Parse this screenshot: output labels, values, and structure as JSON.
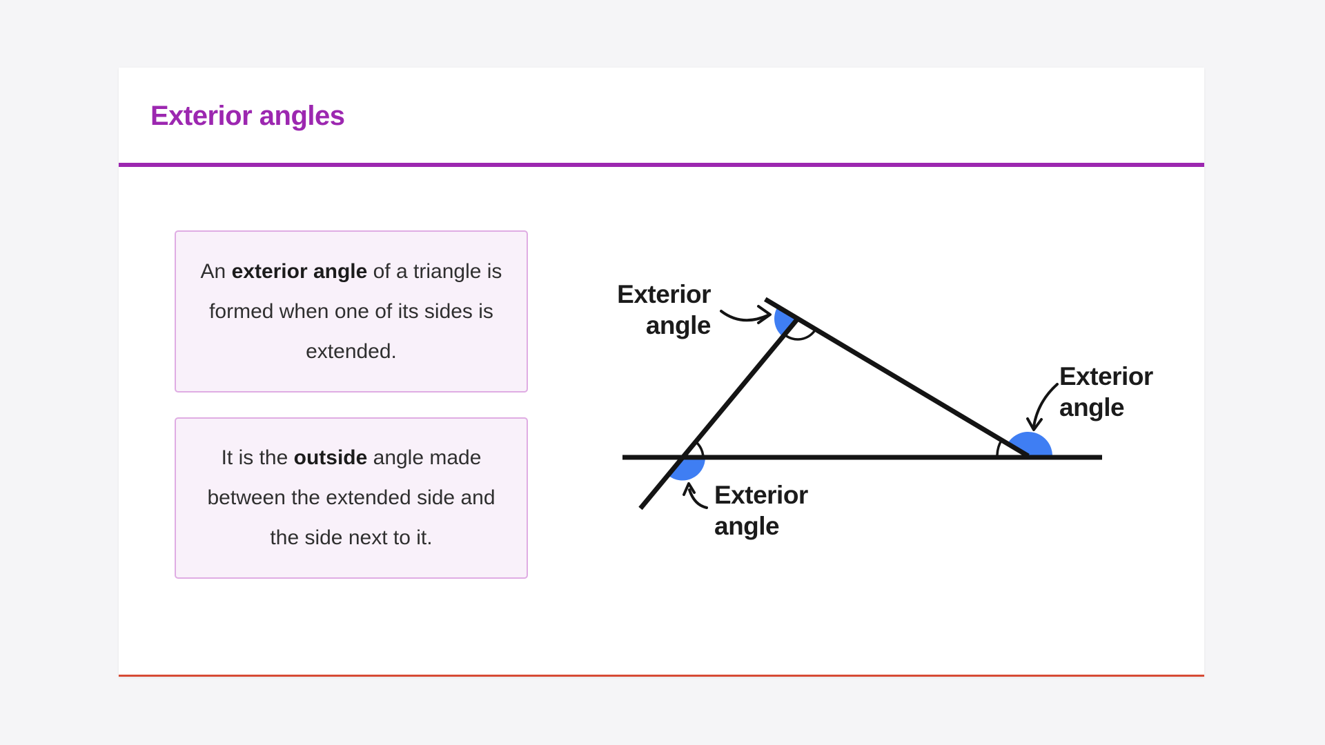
{
  "window": {
    "background_color": "#F5F5F7"
  },
  "card": {
    "background_color": "#FFFFFF",
    "accent_line_color": "#9C27B0",
    "bottom_line_color": "#D74B35"
  },
  "header": {
    "title": "Exterior angles",
    "title_color": "#9C27B0"
  },
  "info_boxes": [
    {
      "pre": "An ",
      "bold": "exterior angle",
      "post": " of a triangle is formed when one of its sides is extended.",
      "background_color": "#F9F1FA",
      "border_color": "#DFACE3"
    },
    {
      "pre": "It is the ",
      "bold": "outside",
      "post": " angle made between the extended side and the side next to it.",
      "background_color": "#F9F1FA",
      "border_color": "#DFACE3"
    }
  ],
  "diagram": {
    "description": "Triangle with all three sides extended; the three exterior angles are shaded blue and interior angles shown as black arcs",
    "angle_fill_color": "#3F7EF3",
    "line_color": "#141414",
    "labels": [
      {
        "text": "Exterior angle",
        "position": "top-left"
      },
      {
        "text": "Exterior angle",
        "position": "right"
      },
      {
        "text": "Exterior angle",
        "position": "bottom"
      }
    ]
  }
}
